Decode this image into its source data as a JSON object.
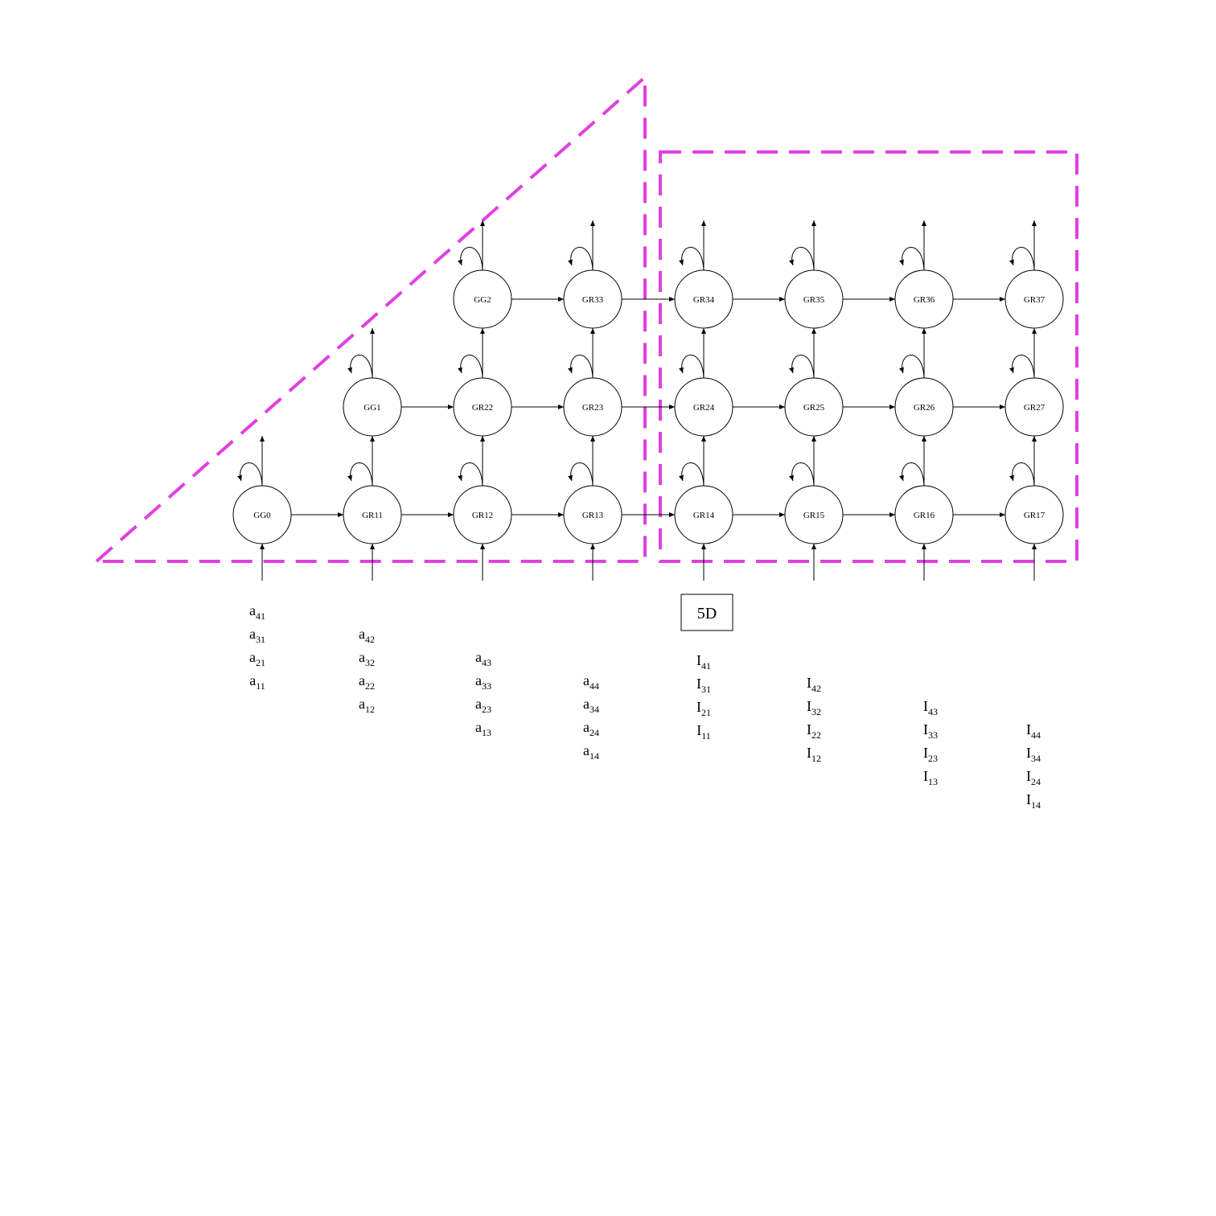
{
  "colors": {
    "region": "#e040e0",
    "stroke": "#000000"
  },
  "nodes": [
    {
      "id": "GG0",
      "label": "GG0"
    },
    {
      "id": "GR11",
      "label": "GR11"
    },
    {
      "id": "GR12",
      "label": "GR12"
    },
    {
      "id": "GR13",
      "label": "GR13"
    },
    {
      "id": "GR14",
      "label": "GR14"
    },
    {
      "id": "GR15",
      "label": "GR15"
    },
    {
      "id": "GR16",
      "label": "GR16"
    },
    {
      "id": "GR17",
      "label": "GR17"
    },
    {
      "id": "GG1",
      "label": "GG1"
    },
    {
      "id": "GR22",
      "label": "GR22"
    },
    {
      "id": "GR23",
      "label": "GR23"
    },
    {
      "id": "GR24",
      "label": "GR24"
    },
    {
      "id": "GR25",
      "label": "GR25"
    },
    {
      "id": "GR26",
      "label": "GR26"
    },
    {
      "id": "GR27",
      "label": "GR27"
    },
    {
      "id": "GG2",
      "label": "GG2"
    },
    {
      "id": "GR33",
      "label": "GR33"
    },
    {
      "id": "GR34",
      "label": "GR34"
    },
    {
      "id": "GR35",
      "label": "GR35"
    },
    {
      "id": "GR36",
      "label": "GR36"
    },
    {
      "id": "GR37",
      "label": "GR37"
    }
  ],
  "box_label": "5D",
  "input_columns": [
    {
      "base": "a",
      "subs": [
        "41",
        "31",
        "21",
        "11"
      ]
    },
    {
      "base": "a",
      "subs": [
        "42",
        "32",
        "22",
        "12"
      ]
    },
    {
      "base": "a",
      "subs": [
        "43",
        "33",
        "23",
        "13"
      ]
    },
    {
      "base": "a",
      "subs": [
        "44",
        "34",
        "24",
        "14"
      ]
    },
    {
      "base": "I",
      "subs": [
        "41",
        "31",
        "21",
        "11"
      ]
    },
    {
      "base": "I",
      "subs": [
        "42",
        "32",
        "22",
        "12"
      ]
    },
    {
      "base": "I",
      "subs": [
        "43",
        "33",
        "23",
        "13"
      ]
    },
    {
      "base": "I",
      "subs": [
        "44",
        "34",
        "24",
        "14"
      ]
    }
  ]
}
